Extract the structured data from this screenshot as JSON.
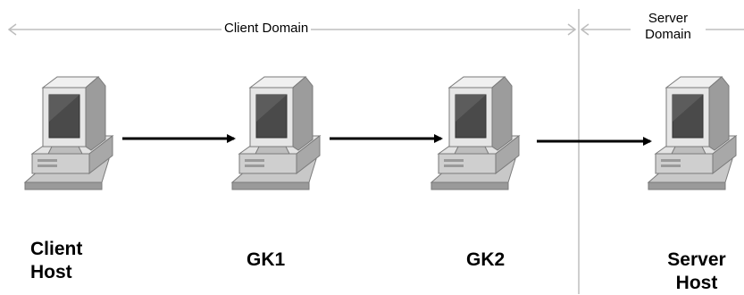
{
  "domains": {
    "client": "Client Domain",
    "server_line1": "Server",
    "server_line2": "Domain"
  },
  "nodes": [
    {
      "id": "client-host",
      "line1": "Client",
      "line2": "Host"
    },
    {
      "id": "gk1",
      "line1": "GK1",
      "line2": ""
    },
    {
      "id": "gk2",
      "line1": "GK2",
      "line2": ""
    },
    {
      "id": "server-host",
      "line1": "Server",
      "line2": "Host"
    }
  ],
  "connections": [
    {
      "from": "client-host",
      "to": "gk1"
    },
    {
      "from": "gk1",
      "to": "gk2"
    },
    {
      "from": "gk2",
      "to": "server-host"
    }
  ],
  "colors": {
    "domain_line": "#bdbdbd",
    "arrow": "#000000",
    "computer_body": "#d9d9d9",
    "computer_dark": "#8a8a8a",
    "screen": "#4a4a4a"
  }
}
